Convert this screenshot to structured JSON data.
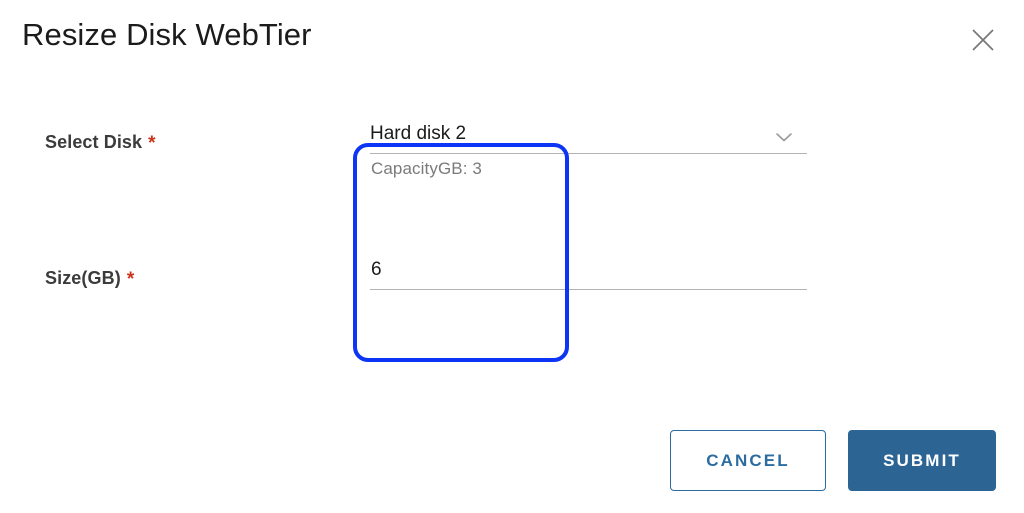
{
  "window": {
    "title": "Resize Disk WebTier",
    "close_icon": "close-icon"
  },
  "theme": {
    "accent_blue": "#2c6494",
    "cancel_border": "#2d6ca0",
    "required_red": "#c9341a",
    "highlight_blue": "#0c35f5",
    "helper_gray": "#7b7b7b",
    "underline_gray": "#b3b3b3"
  },
  "form": {
    "fields": [
      {
        "label": "Select Disk",
        "required_marker": "*",
        "control": "select",
        "value": "Hard disk 2",
        "helper": "CapacityGB: 3",
        "dropdown_icon": "chevron-down-icon",
        "info_icon": "info-icon"
      },
      {
        "label": "Size(GB)",
        "required_marker": "*",
        "control": "text",
        "value": "6",
        "placeholder": "",
        "helper": "",
        "info_icon": "info-icon"
      }
    ]
  },
  "footer": {
    "cancel_label": "CANCEL",
    "submit_label": "SUBMIT"
  }
}
